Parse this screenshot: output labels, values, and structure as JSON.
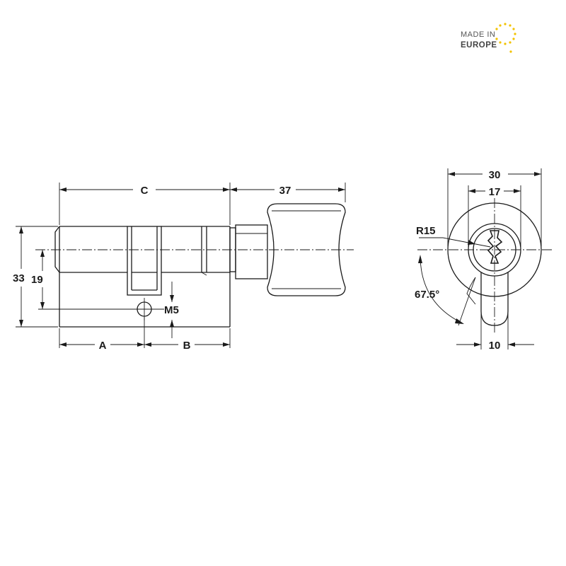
{
  "badge": {
    "line1": "MADE IN",
    "line2": "EUROPE"
  },
  "side_view": {
    "dim_c": "C",
    "dim_37": "37",
    "dim_33": "33",
    "dim_19": "19",
    "dim_m5": "M5",
    "dim_a": "A",
    "dim_b": "B"
  },
  "end_view": {
    "dim_30": "30",
    "dim_17": "17",
    "dim_r15": "R15",
    "dim_angle": "67.5°",
    "dim_10": "10"
  }
}
